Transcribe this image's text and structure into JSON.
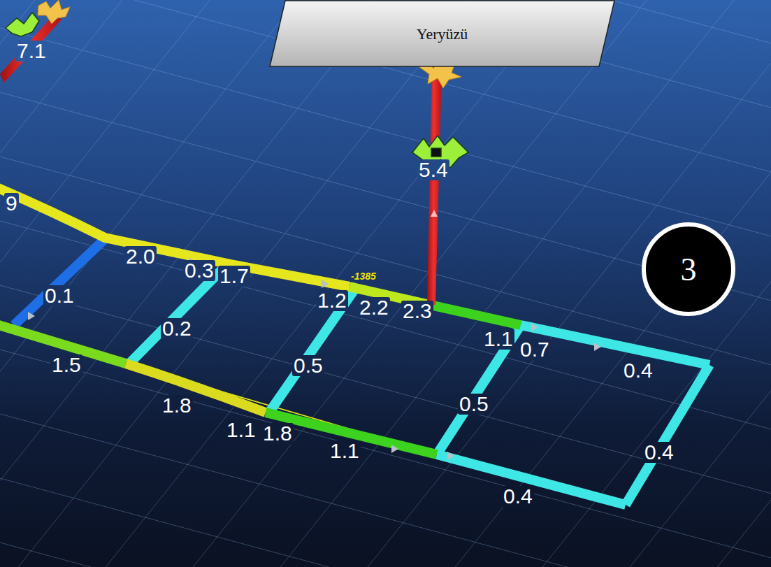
{
  "diagram": {
    "nodes": [
      {
        "text": [
          "Yeryüzü"
        ]
      },
      {
        "text": [
          "3"
        ]
      }
    ],
    "labels": [
      "7.1",
      "9",
      "5.4",
      "2.0",
      "0.3",
      "1.7",
      "-1385",
      "1.2",
      "2.2",
      "2.3",
      "0.1",
      "0.2",
      "0.5",
      "1.1",
      "0.7",
      "0.4",
      "1.5",
      "1.8",
      "1.1",
      "1.8",
      "0.5",
      "1.1",
      "0.4",
      "0.4"
    ]
  }
}
